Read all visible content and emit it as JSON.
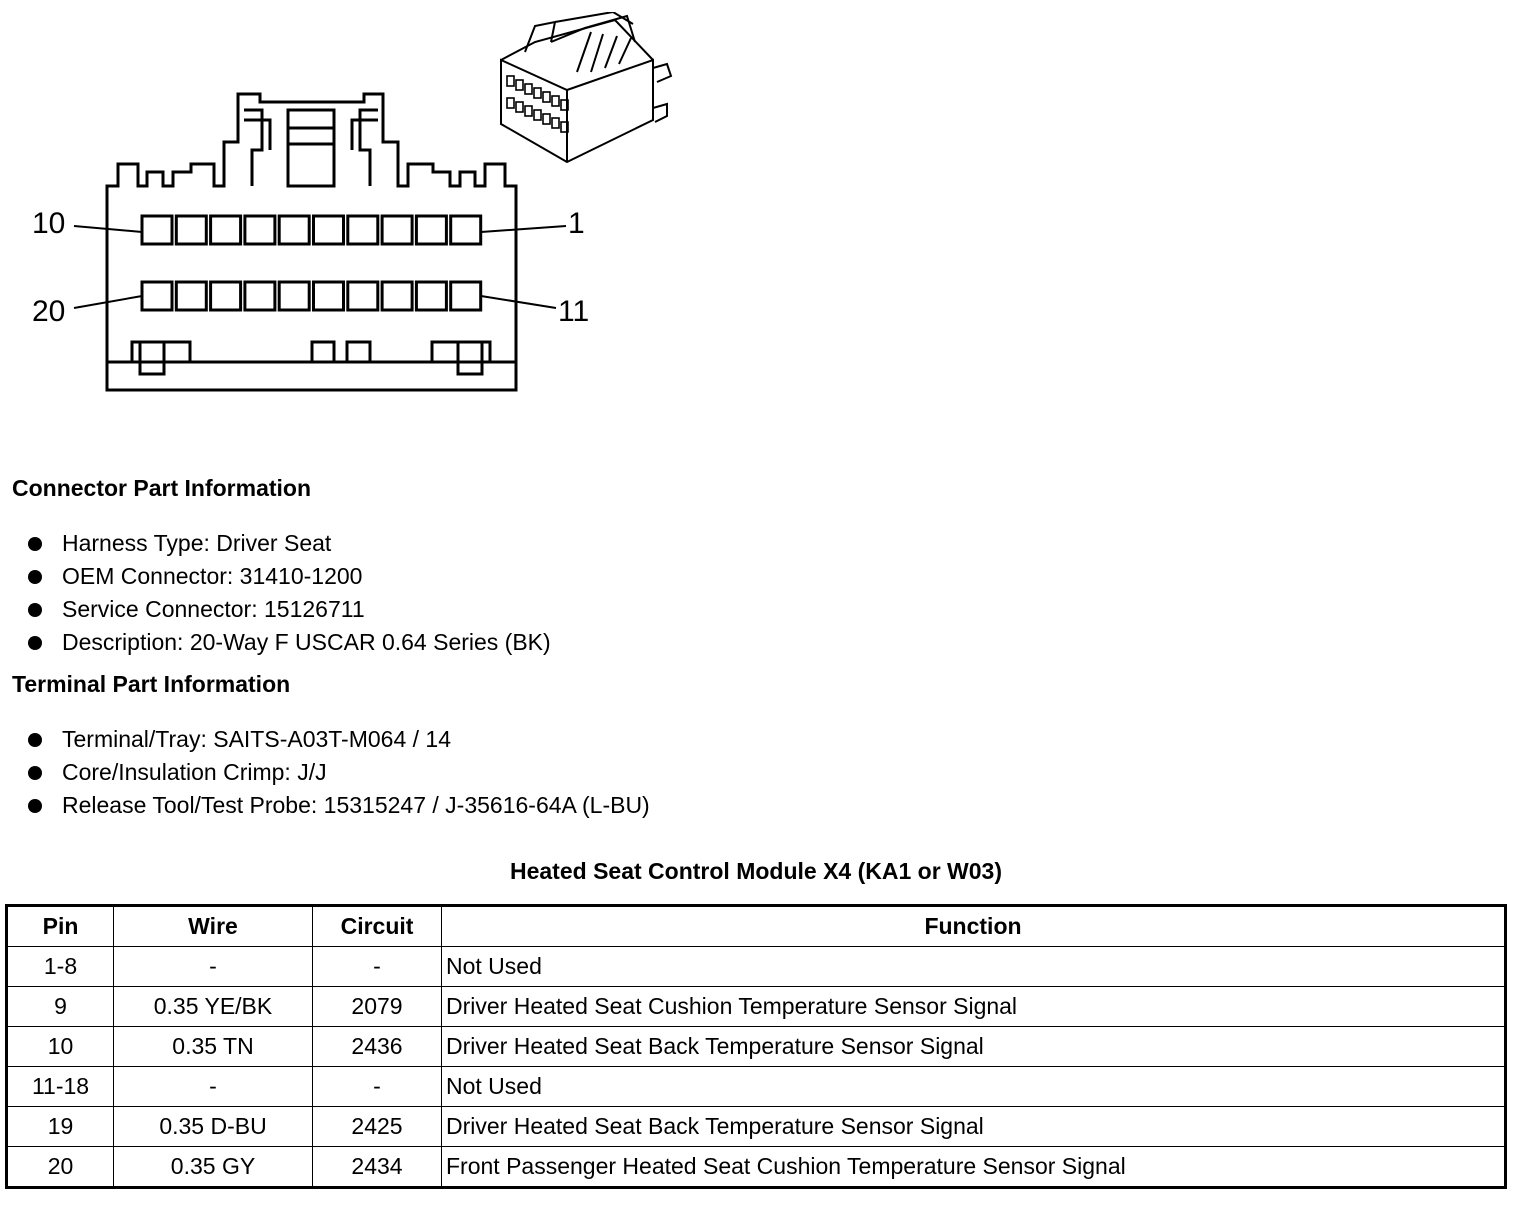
{
  "diagram": {
    "pin_labels": {
      "top_left": "10",
      "top_right": "1",
      "bottom_left": "20",
      "bottom_right": "11"
    }
  },
  "connector_info": {
    "heading": "Connector Part Information",
    "items": [
      "Harness Type: Driver Seat",
      "OEM Connector: 31410-1200",
      "Service Connector: 15126711",
      "Description: 20-Way F USCAR 0.64 Series (BK)"
    ]
  },
  "terminal_info": {
    "heading": "Terminal Part Information",
    "items": [
      "Terminal/Tray: SAITS-A03T-M064 / 14",
      "Core/Insulation Crimp: J/J",
      "Release Tool/Test Probe: 15315247 / J-35616-64A (L-BU)"
    ]
  },
  "table": {
    "title": "Heated Seat Control Module X4 (KA1 or W03)",
    "headers": [
      "Pin",
      "Wire",
      "Circuit",
      "Function"
    ],
    "rows": [
      [
        "1-8",
        "-",
        "-",
        "Not Used"
      ],
      [
        "9",
        "0.35 YE/BK",
        "2079",
        "Driver Heated Seat Cushion Temperature Sensor Signal"
      ],
      [
        "10",
        "0.35 TN",
        "2436",
        "Driver Heated Seat Back Temperature Sensor Signal"
      ],
      [
        "11-18",
        "-",
        "-",
        "Not Used"
      ],
      [
        "19",
        "0.35 D-BU",
        "2425",
        "Driver Heated Seat Back Temperature Sensor Signal"
      ],
      [
        "20",
        "0.35 GY",
        "2434",
        "Front Passenger Heated Seat Cushion Temperature Sensor Signal"
      ]
    ]
  }
}
